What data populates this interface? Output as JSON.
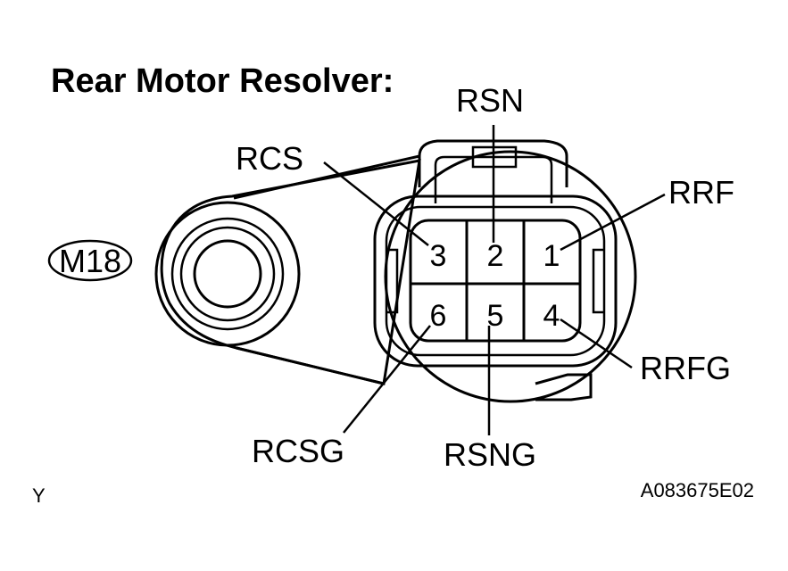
{
  "title": "Rear Motor Resolver:",
  "connector_code": "M18",
  "corner_label": "Y",
  "figure_id": "A083675E02",
  "pins": [
    {
      "number": "1",
      "signal": "RRF"
    },
    {
      "number": "2",
      "signal": "RSN"
    },
    {
      "number": "3",
      "signal": "RCS"
    },
    {
      "number": "4",
      "signal": "RRFG"
    },
    {
      "number": "5",
      "signal": "RSNG"
    },
    {
      "number": "6",
      "signal": "RCSG"
    }
  ]
}
